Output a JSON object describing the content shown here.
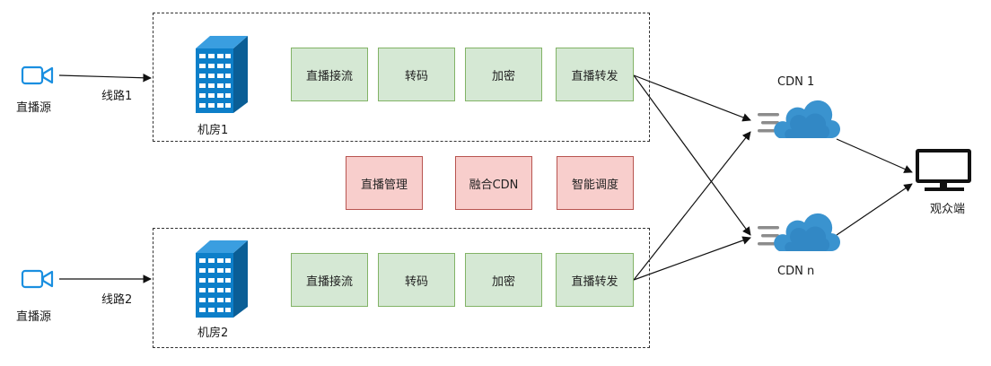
{
  "colors": {
    "process_fill": "#d5e8d4",
    "process_border": "#82b366",
    "mgmt_fill": "#f8cecc",
    "mgmt_border": "#b85450",
    "icon_blue": "#1a8fe0",
    "cloud_blue": "#3a93cf",
    "building_blue": "#0d7fc9"
  },
  "sources": [
    {
      "label": "直播源",
      "icon": "camera-icon"
    },
    {
      "label": "直播源",
      "icon": "camera-icon"
    }
  ],
  "lines": [
    {
      "label": "线路1"
    },
    {
      "label": "线路2"
    }
  ],
  "rooms": [
    {
      "label": "机房1",
      "icon": "building-icon",
      "steps": [
        "直播接流",
        "转码",
        "加密",
        "直播转发"
      ]
    },
    {
      "label": "机房2",
      "icon": "building-icon",
      "steps": [
        "直播接流",
        "转码",
        "加密",
        "直播转发"
      ]
    }
  ],
  "management": [
    "直播管理",
    "融合CDN",
    "智能调度"
  ],
  "cdn": [
    {
      "label": "CDN 1",
      "icon": "cloud-icon"
    },
    {
      "label": "CDN n",
      "icon": "cloud-icon"
    }
  ],
  "viewer": {
    "label": "观众端",
    "icon": "monitor-icon"
  }
}
